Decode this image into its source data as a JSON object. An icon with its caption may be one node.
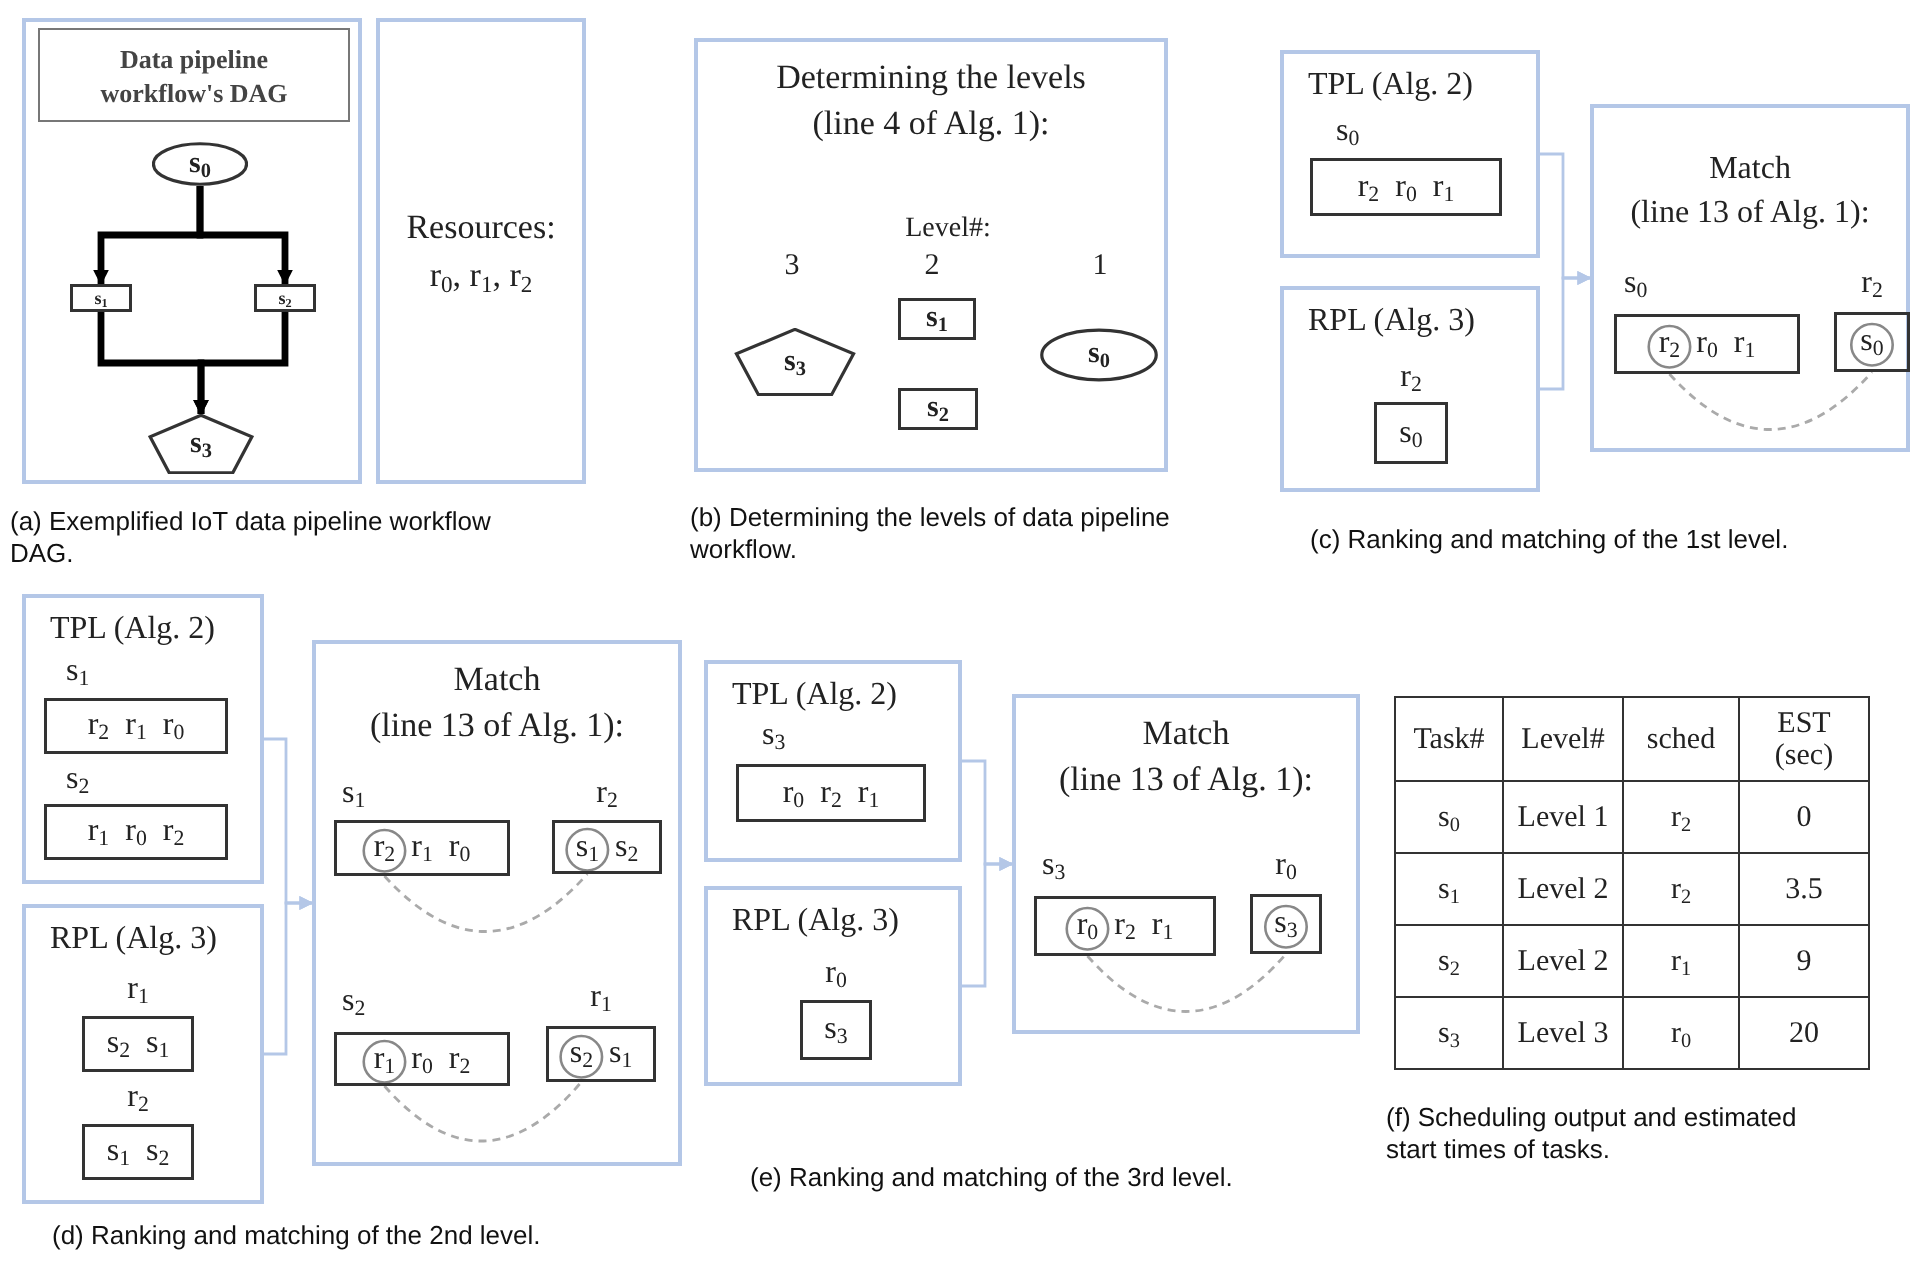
{
  "diagram": {
    "nodes": [
      {
        "text": [],
        "shape": "box"
      },
      {
        "text": [
          "Data pipeline workflow's DAG"
        ],
        "in": 0
      },
      {
        "text": [
          "s$_{0}$"
        ],
        "in": 0
      },
      {
        "text": [
          "s$_{1}$"
        ],
        "in": 0
      },
      {
        "text": [
          "s$_{2}$"
        ],
        "in": 0
      },
      {
        "text": [
          "s$_{3}$"
        ],
        "in": 0
      },
      {
        "text": [
          "Resources:",
          "r$_{0}$, r$_{1}$, r$_{2}$"
        ]
      },
      {
        "text": [
          "Determining the levels",
          "(line 4 of Alg. 1):"
        ]
      },
      {
        "text": [
          "s$_{3}$"
        ],
        "in": 7
      },
      {
        "text": [
          "s$_{1}$"
        ],
        "in": 7
      },
      {
        "text": [
          "s$_{2}$"
        ],
        "in": 7
      },
      {
        "text": [
          "s$_{0}$"
        ],
        "in": 7
      },
      {
        "text": [
          "TPL (Alg. 2)"
        ]
      },
      {
        "text": [
          "r$_{2}$ r$_{0}$ r$_{1}$"
        ],
        "in": 12,
        "beside": [
          "s$_{0}$"
        ]
      },
      {
        "text": [
          "RPL (Alg. 3)"
        ]
      },
      {
        "text": [
          "s$_{0}$"
        ],
        "in": 14,
        "beside": [
          "r$_{2}$"
        ]
      },
      {
        "text": [
          "Match",
          "(line 13 of Alg. 1):"
        ]
      },
      {
        "text": [
          "r$_{2}$ r$_{0}$ r$_{1}$"
        ],
        "in": 16,
        "beside": [
          "s$_{0}$"
        ]
      },
      {
        "text": [
          "s$_{0}$"
        ],
        "in": 16,
        "beside": [
          "r$_{2}$"
        ]
      },
      {
        "text": [
          "TPL (Alg. 2)"
        ]
      },
      {
        "text": [
          "r$_{2}$ r$_{1}$ r$_{0}$"
        ],
        "in": 19,
        "beside": [
          "s$_{1}$"
        ]
      },
      {
        "text": [
          "r$_{1}$ r$_{0}$ r$_{2}$"
        ],
        "in": 19,
        "beside": [
          "s$_{2}$"
        ]
      },
      {
        "text": [
          "RPL (Alg. 3)"
        ]
      },
      {
        "text": [
          "s$_{2}$ s$_{1}$"
        ],
        "in": 22,
        "beside": [
          "r$_{1}$"
        ]
      },
      {
        "text": [
          "s$_{1}$ s$_{2}$"
        ],
        "in": 22,
        "beside": [
          "r$_{2}$"
        ]
      },
      {
        "text": [
          "Match",
          "(line 13 of Alg. 1):"
        ]
      },
      {
        "text": [
          "r$_{2}$ r$_{1}$ r$_{0}$"
        ],
        "in": 25,
        "beside": [
          "s$_{1}$"
        ]
      },
      {
        "text": [
          "s$_{1}$ s$_{2}$"
        ],
        "in": 25,
        "beside": [
          "r$_{2}$"
        ]
      },
      {
        "text": [
          "r$_{1}$ r$_{0}$ r$_{2}$"
        ],
        "in": 25,
        "beside": [
          "s$_{2}$"
        ]
      },
      {
        "text": [
          "s$_{2}$ s$_{1}$"
        ],
        "in": 25,
        "beside": [
          "r$_{1}$"
        ]
      },
      {
        "text": [
          "TPL (Alg. 2)"
        ]
      },
      {
        "text": [
          "r$_{0}$ r$_{2}$ r$_{1}$"
        ],
        "in": 30,
        "beside": [
          "s$_{3}$"
        ]
      },
      {
        "text": [
          "RPL (Alg. 3)"
        ]
      },
      {
        "text": [
          "s$_{3}$"
        ],
        "in": 32,
        "beside": [
          "r$_{0}$"
        ]
      },
      {
        "text": [
          "Match",
          "(line 13 of Alg. 1):"
        ]
      },
      {
        "text": [
          "r$_{0}$ r$_{2}$ r$_{1}$"
        ],
        "in": 34,
        "beside": [
          "s$_{3}$"
        ]
      },
      {
        "text": [
          "s$_{3}$"
        ],
        "in": 34,
        "beside": [
          "r$_{0}$"
        ]
      }
    ],
    "edges": [
      {
        "from": 2,
        "to": 3,
        "arrow": "to",
        "style": "thick",
        "color": "#000000"
      },
      {
        "from": 2,
        "to": 4,
        "arrow": "to",
        "style": "thick",
        "color": "#000000"
      },
      {
        "from": 3,
        "to": 5,
        "arrow": "to",
        "style": "thick",
        "color": "#000000"
      },
      {
        "from": 4,
        "to": 5,
        "arrow": "to",
        "style": "thick",
        "color": "#000000"
      },
      {
        "from": 12,
        "to": 16,
        "arrow": "to",
        "color": "#b4c7e7"
      },
      {
        "from": 14,
        "to": 16,
        "arrow": "to",
        "color": "#b4c7e7"
      },
      {
        "from": 17,
        "to": 18,
        "arrow": "none",
        "style": "dashed",
        "color": "#aaaaaa"
      },
      {
        "from": 19,
        "to": 25,
        "arrow": "to",
        "color": "#b4c7e7"
      },
      {
        "from": 22,
        "to": 25,
        "arrow": "to",
        "color": "#b4c7e7"
      },
      {
        "from": 26,
        "to": 27,
        "arrow": "none",
        "style": "dashed",
        "color": "#aaaaaa"
      },
      {
        "from": 28,
        "to": 29,
        "arrow": "none",
        "style": "dashed",
        "color": "#aaaaaa"
      },
      {
        "from": 30,
        "to": 34,
        "arrow": "to",
        "color": "#b4c7e7"
      },
      {
        "from": 32,
        "to": 34,
        "arrow": "to",
        "color": "#b4c7e7"
      },
      {
        "from": 35,
        "to": 36,
        "arrow": "none",
        "style": "dashed",
        "color": "#aaaaaa"
      }
    ],
    "labels": [
      "Level#:",
      "3",
      "2",
      "1",
      "(a) Exemplified IoT data pipeline workflow DAG.",
      "(b) Determining the levels of data pipeline workflow.",
      "(c) Ranking and matching of the 1st level.",
      "Task#",
      "Level#",
      "sched",
      "EST (sec)",
      "s$_{0}$",
      "Level 1",
      "r$_{2}$",
      "0",
      "s$_{1}$",
      "Level 2",
      "r$_{2}$",
      "3.5",
      "s$_{2}$",
      "Level 2",
      "r$_{1}$",
      "9",
      "s$_{3}$",
      "Level 3",
      "r$_{0}$",
      "20",
      "(f) Scheduling output and estimated start times of tasks.",
      "(e) Ranking and matching of the 3rd level.",
      "(d) Ranking and matching of the 2nd level."
    ]
  }
}
